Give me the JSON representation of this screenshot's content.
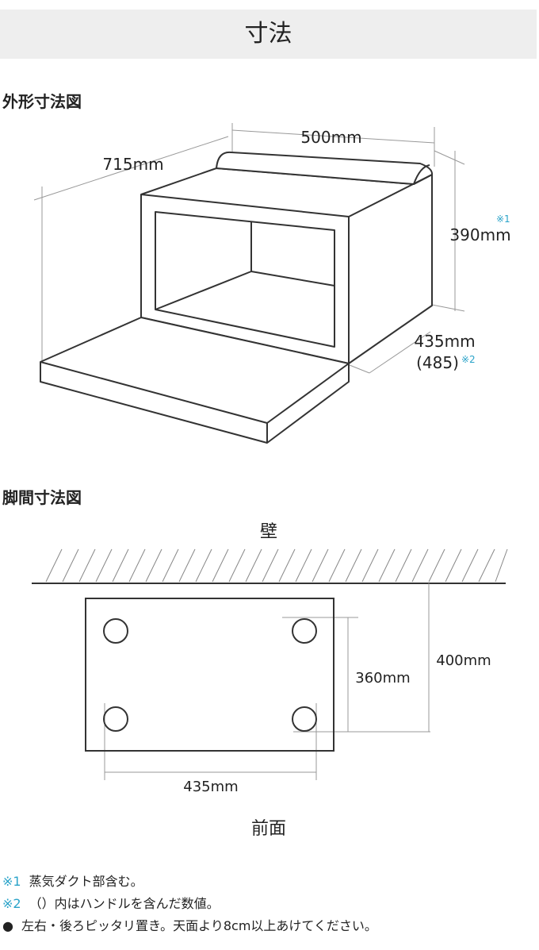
{
  "header": {
    "title": "寸法"
  },
  "outer_section": {
    "title": "外形寸法図",
    "dims": {
      "width": "500mm",
      "depth": "715mm",
      "height": "390mm",
      "height_note": "※1",
      "inner_depth": "435mm",
      "inner_depth_handle": "(485)",
      "inner_depth_note": "※2"
    }
  },
  "feet_section": {
    "title": "脚間寸法図",
    "wall_label": "壁",
    "front_label": "前面",
    "dims": {
      "foot_depth": "360mm",
      "wall_distance": "400mm",
      "foot_width": "435mm"
    }
  },
  "notes": [
    {
      "mark": "※1",
      "text": "蒸気ダクト部含む。"
    },
    {
      "mark": "※2",
      "text": "（）内はハンドルを含んだ数値。"
    },
    {
      "mark": "●",
      "text": "左右・後ろピッタリ置き。天面より8cm以上あけてください。"
    }
  ],
  "colors": {
    "accent": "#2aa3c9",
    "line": "#333333",
    "dimension_line": "#999999",
    "header_bg": "#eeeeee"
  }
}
